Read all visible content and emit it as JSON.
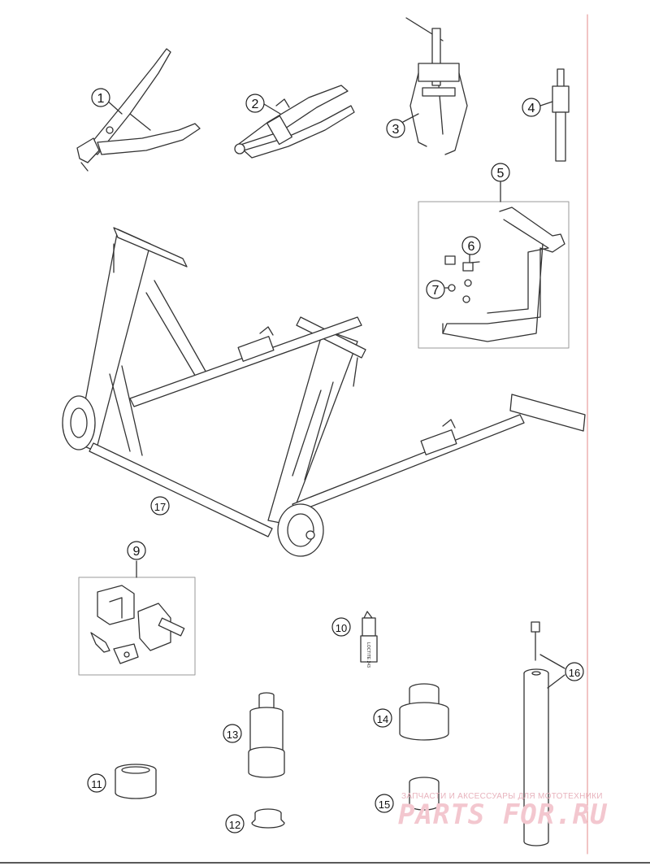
{
  "callouts": [
    "1",
    "2",
    "3",
    "4",
    "5",
    "6",
    "7",
    "9",
    "10",
    "11",
    "12",
    "13",
    "14",
    "15",
    "16",
    "17"
  ],
  "tube_text": "LOCTITE 243",
  "watermark": {
    "tagline": "ЗАПЧАСТИ И АКСЕССУАРЫ ДЛЯ МОТОТЕХНИКИ",
    "brand": "PARTS FOR.RU"
  },
  "colors": {
    "line": "#333333",
    "frame": "#cccccc",
    "margin_rule": "#e38a8a",
    "watermark": "#f0b8c2"
  }
}
